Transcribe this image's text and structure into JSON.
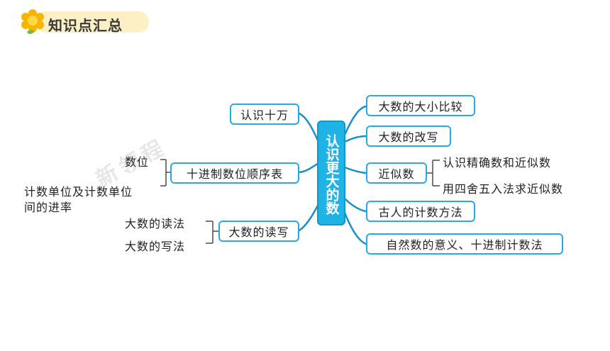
{
  "header": {
    "title": "知识点汇总",
    "icon": "flower-icon"
  },
  "center": {
    "label": "认识更大的数"
  },
  "left_nodes": {
    "n1": "认识十万",
    "n2": "十进制数位顺序表",
    "n3": "大数的读写"
  },
  "left_leaves": {
    "l1": "数位",
    "l2": "计数单位及计数单位",
    "l2b": "间的进率",
    "l3": "大数的读法",
    "l4": "大数的写法"
  },
  "right_nodes": {
    "r1": "大数的大小比较",
    "r2": "大数的改写",
    "r3": "近似数",
    "r4": "古人的计数方法",
    "r5": "自然数的意义、十进制计数法"
  },
  "right_leaves": {
    "s1": "认识精确数和近似数",
    "s2": "用四舍五入法求近似数"
  },
  "watermark": "新领程",
  "colors": {
    "accent": "#1fb3e6",
    "line": "#1a8fc4",
    "leaf_line": "#555555"
  }
}
